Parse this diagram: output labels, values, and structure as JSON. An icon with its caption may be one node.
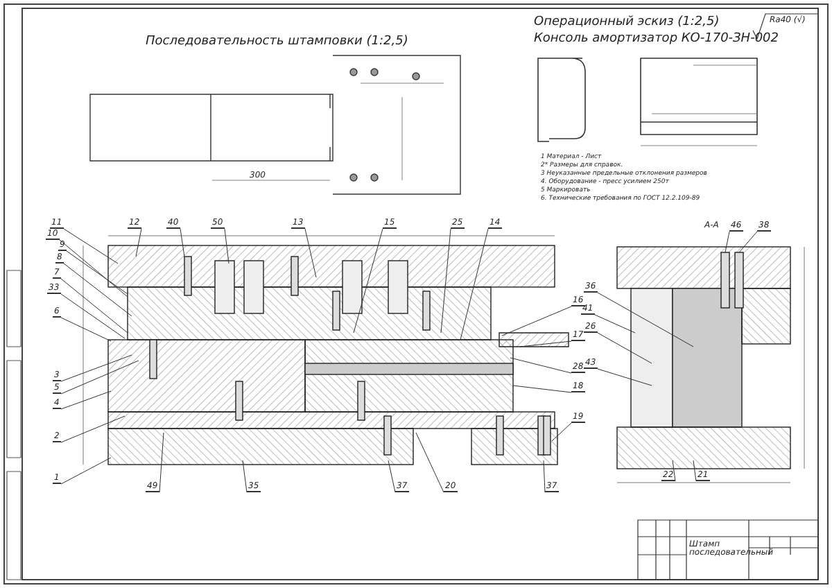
{
  "diagram": {
    "nodes": [
      {
        "text": [
          "11"
        ]
      },
      {
        "text": [
          "10"
        ]
      },
      {
        "text": [
          "9"
        ]
      },
      {
        "text": [
          "8"
        ]
      },
      {
        "text": [
          "7"
        ]
      },
      {
        "text": [
          "33"
        ]
      },
      {
        "text": [
          "6"
        ]
      },
      {
        "text": [
          "3"
        ]
      },
      {
        "text": [
          "5"
        ]
      },
      {
        "text": [
          "4"
        ]
      },
      {
        "text": [
          "2"
        ]
      },
      {
        "text": [
          "1"
        ]
      },
      {
        "text": [
          "12"
        ]
      },
      {
        "text": [
          "40"
        ]
      },
      {
        "text": [
          "50"
        ]
      },
      {
        "text": [
          "13"
        ]
      },
      {
        "text": [
          "15"
        ]
      },
      {
        "text": [
          "25"
        ]
      },
      {
        "text": [
          "14"
        ]
      },
      {
        "text": [
          "16"
        ]
      },
      {
        "text": [
          "17"
        ]
      },
      {
        "text": [
          "28"
        ]
      },
      {
        "text": [
          "18"
        ]
      },
      {
        "text": [
          "19"
        ]
      },
      {
        "text": [
          "49"
        ]
      },
      {
        "text": [
          "35"
        ]
      },
      {
        "text": [
          "37"
        ]
      },
      {
        "text": [
          "20"
        ]
      },
      {
        "text": [
          "37"
        ]
      },
      {
        "text": [
          "36"
        ]
      },
      {
        "text": [
          "41"
        ]
      },
      {
        "text": [
          "26"
        ]
      },
      {
        "text": [
          "43"
        ]
      },
      {
        "text": [
          "46"
        ]
      },
      {
        "text": [
          "38"
        ]
      },
      {
        "text": [
          "22"
        ]
      },
      {
        "text": [
          "21"
        ]
      }
    ],
    "edges": [
      {
        "from": 0,
        "to": null,
        "arrow": "none"
      },
      {
        "from": 1,
        "to": null,
        "arrow": "none"
      },
      {
        "from": 2,
        "to": null,
        "arrow": "none"
      },
      {
        "from": 3,
        "to": null,
        "arrow": "none"
      },
      {
        "from": 4,
        "to": null,
        "arrow": "none"
      },
      {
        "from": 5,
        "to": null,
        "arrow": "none"
      },
      {
        "from": 6,
        "to": null,
        "arrow": "none"
      },
      {
        "from": 7,
        "to": null,
        "arrow": "none"
      },
      {
        "from": 8,
        "to": null,
        "arrow": "none"
      },
      {
        "from": 9,
        "to": null,
        "arrow": "none"
      },
      {
        "from": 10,
        "to": null,
        "arrow": "none"
      },
      {
        "from": 11,
        "to": null,
        "arrow": "none"
      },
      {
        "from": 12,
        "to": null,
        "arrow": "none"
      },
      {
        "from": 13,
        "to": null,
        "arrow": "none"
      },
      {
        "from": 14,
        "to": null,
        "arrow": "none"
      },
      {
        "from": 15,
        "to": null,
        "arrow": "none"
      },
      {
        "from": 16,
        "to": null,
        "arrow": "none"
      },
      {
        "from": 17,
        "to": null,
        "arrow": "none"
      },
      {
        "from": 18,
        "to": null,
        "arrow": "none"
      },
      {
        "from": 19,
        "to": null,
        "arrow": "none"
      },
      {
        "from": 20,
        "to": null,
        "arrow": "none"
      },
      {
        "from": 21,
        "to": null,
        "arrow": "none"
      },
      {
        "from": 22,
        "to": null,
        "arrow": "none"
      },
      {
        "from": 23,
        "to": null,
        "arrow": "none"
      },
      {
        "from": 24,
        "to": null,
        "arrow": "none"
      },
      {
        "from": 25,
        "to": null,
        "arrow": "none"
      },
      {
        "from": 26,
        "to": null,
        "arrow": "none"
      },
      {
        "from": 27,
        "to": null,
        "arrow": "none"
      },
      {
        "from": 28,
        "to": null,
        "arrow": "none"
      },
      {
        "from": 29,
        "to": null,
        "arrow": "none"
      },
      {
        "from": 30,
        "to": null,
        "arrow": "none"
      },
      {
        "from": 31,
        "to": null,
        "arrow": "none"
      },
      {
        "from": 32,
        "to": null,
        "arrow": "none"
      },
      {
        "from": 33,
        "to": null,
        "arrow": "none"
      },
      {
        "from": 34,
        "to": null,
        "arrow": "none"
      },
      {
        "from": 35,
        "to": null,
        "arrow": "none"
      },
      {
        "from": 36,
        "to": null,
        "arrow": "none"
      }
    ],
    "labels": [
      "Последовательность штамповки (1:2,5)",
      "Операционный эскиз (1:2,5)",
      "Консоль амортизатор КО-170-ЗН-002",
      "Ra40 (√)",
      "300",
      "1 Материал - Лист",
      "2* Размеры для справок.",
      "3 Неуказанные предельные отклонения размеров",
      "4. Оборудование - пресс усилием 250т",
      "5 Маркировать",
      "6. Технические требования по ГОСТ 12.2.109-89",
      "А-А",
      "Штамп последовательный"
    ]
  }
}
